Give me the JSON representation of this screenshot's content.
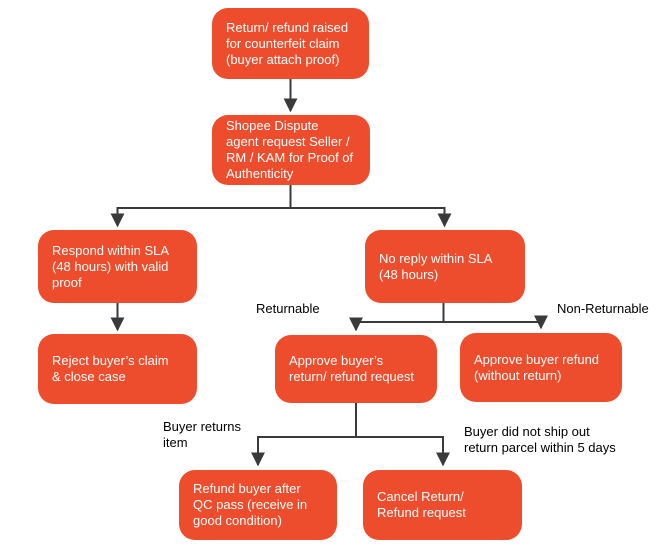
{
  "flowchart": {
    "nodes": {
      "raise_claim": {
        "label": "Return/ refund raised\nfor counterfeit claim\n(buyer attach proof)"
      },
      "request_proof": {
        "label": "Shopee Dispute\nagent request Seller /\nRM / KAM for Proof of\nAuthenticity"
      },
      "respond_sla": {
        "label": "Respond within SLA\n(48 hours) with valid\nproof"
      },
      "reject_claim": {
        "label": "Reject buyer’s claim\n& close case"
      },
      "no_reply": {
        "label": "No reply within SLA\n(48 hours)"
      },
      "approve_return": {
        "label": "Approve buyer’s\nreturn/ refund request"
      },
      "approve_refund": {
        "label": "Approve buyer refund\n(without return)"
      },
      "refund_qc": {
        "label": "Refund buyer after\nQC pass (receive in\ngood condition)"
      },
      "cancel_request": {
        "label": "Cancel Return/\nRefund request"
      }
    },
    "edge_labels": {
      "returnable": "Returnable",
      "non_returnable": "Non-Returnable",
      "buyer_returns": "Buyer returns\nitem",
      "no_ship": "Buyer did not ship out\nreturn parcel within 5 days"
    },
    "colors": {
      "node_fill": "#EE4D2D",
      "node_text": "#FFFFFF",
      "connector": "#3A3A3A",
      "label_text": "#000000",
      "background": "#FFFFFF"
    }
  }
}
